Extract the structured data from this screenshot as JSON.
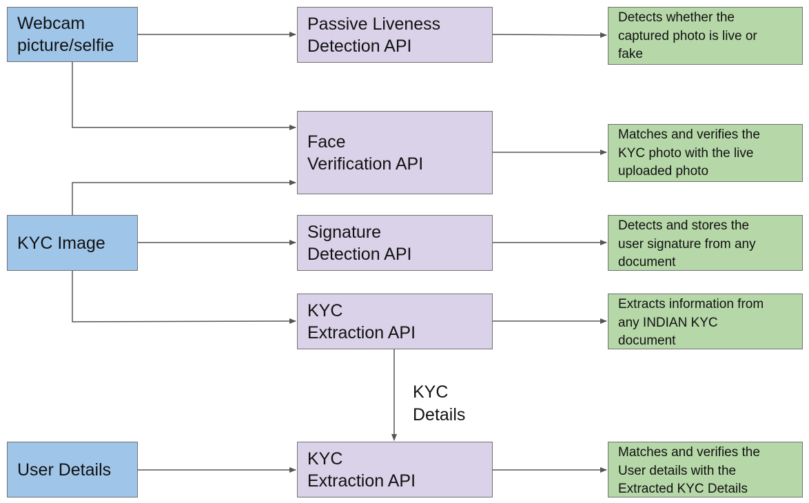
{
  "nodes": {
    "webcam": "Webcam\npicture/selfie",
    "kyc_image": "KYC Image",
    "user_details": "User Details",
    "passive_liveness": "Passive Liveness\nDetection API",
    "face_verification": "Face\nVerification API",
    "signature_detection": "Signature\nDetection API",
    "kyc_extraction_1": "KYC\nExtraction API",
    "kyc_extraction_2": "KYC\nExtraction API"
  },
  "outputs": {
    "liveness_result": "Detects whether the\ncaptured photo is live or\nfake",
    "face_result": "Matches and verifies the\nKYC photo with the live\nuploaded photo",
    "signature_result": "Detects and stores the\nuser signature from any\ndocument",
    "extraction_result": "Extracts information from\nany INDIAN KYC\ndocument",
    "user_match_result": "Matches and verifies the\nUser details with the\nExtracted KYC Details"
  },
  "edge_labels": {
    "kyc_details": "KYC\nDetails"
  },
  "colors": {
    "source_fill": "#9fc5e8",
    "api_fill": "#d9d2e9",
    "output_fill": "#b6d7a8",
    "border": "#6f6f6f",
    "arrow": "#555555"
  }
}
